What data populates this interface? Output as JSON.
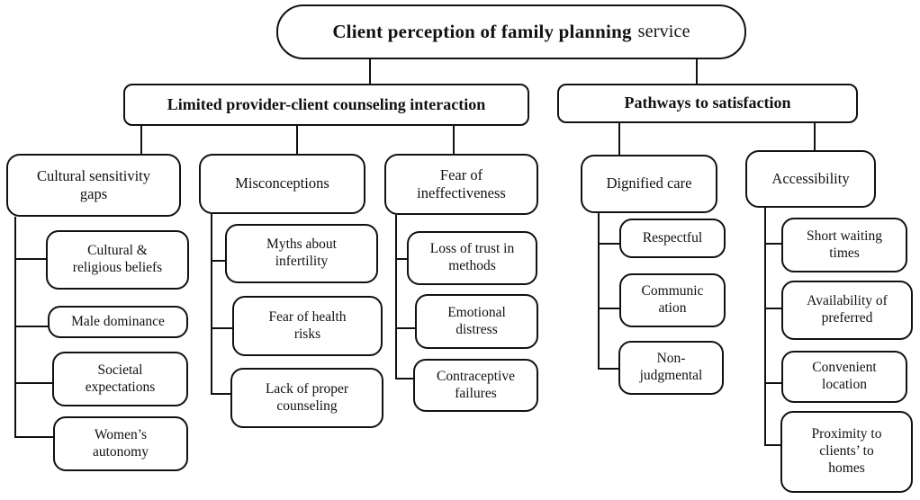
{
  "tree": {
    "root": {
      "title_main": "Client perception of family planning",
      "title_suffix": "service"
    },
    "branches": [
      {
        "label": "Limited provider-client counseling interaction",
        "groups": [
          {
            "label": "Cultural sensitivity gaps",
            "items": [
              "Cultural & religious beliefs",
              "Male dominance",
              "Societal expectations",
              "Women’s autonomy"
            ]
          },
          {
            "label": "Misconceptions",
            "items": [
              "Myths about infertility",
              "Fear of health risks",
              "Lack of proper counseling"
            ]
          },
          {
            "label": "Fear of ineffectiveness",
            "items": [
              "Loss of trust in methods",
              "Emotional distress",
              "Contraceptive failures"
            ]
          }
        ]
      },
      {
        "label": "Pathways to satisfaction",
        "groups": [
          {
            "label": "Dignified care",
            "items": [
              "Respectful",
              "Communic\nation",
              "Non-\njudgmental"
            ]
          },
          {
            "label": "Accessibility",
            "items": [
              "Short waiting times",
              "Availability of preferred",
              "Convenient location",
              "Proximity to clients’ to homes"
            ]
          }
        ]
      }
    ]
  },
  "colors": {
    "line": "#111111",
    "box_border": "#111111",
    "background": "#ffffff",
    "text": "#111111"
  }
}
